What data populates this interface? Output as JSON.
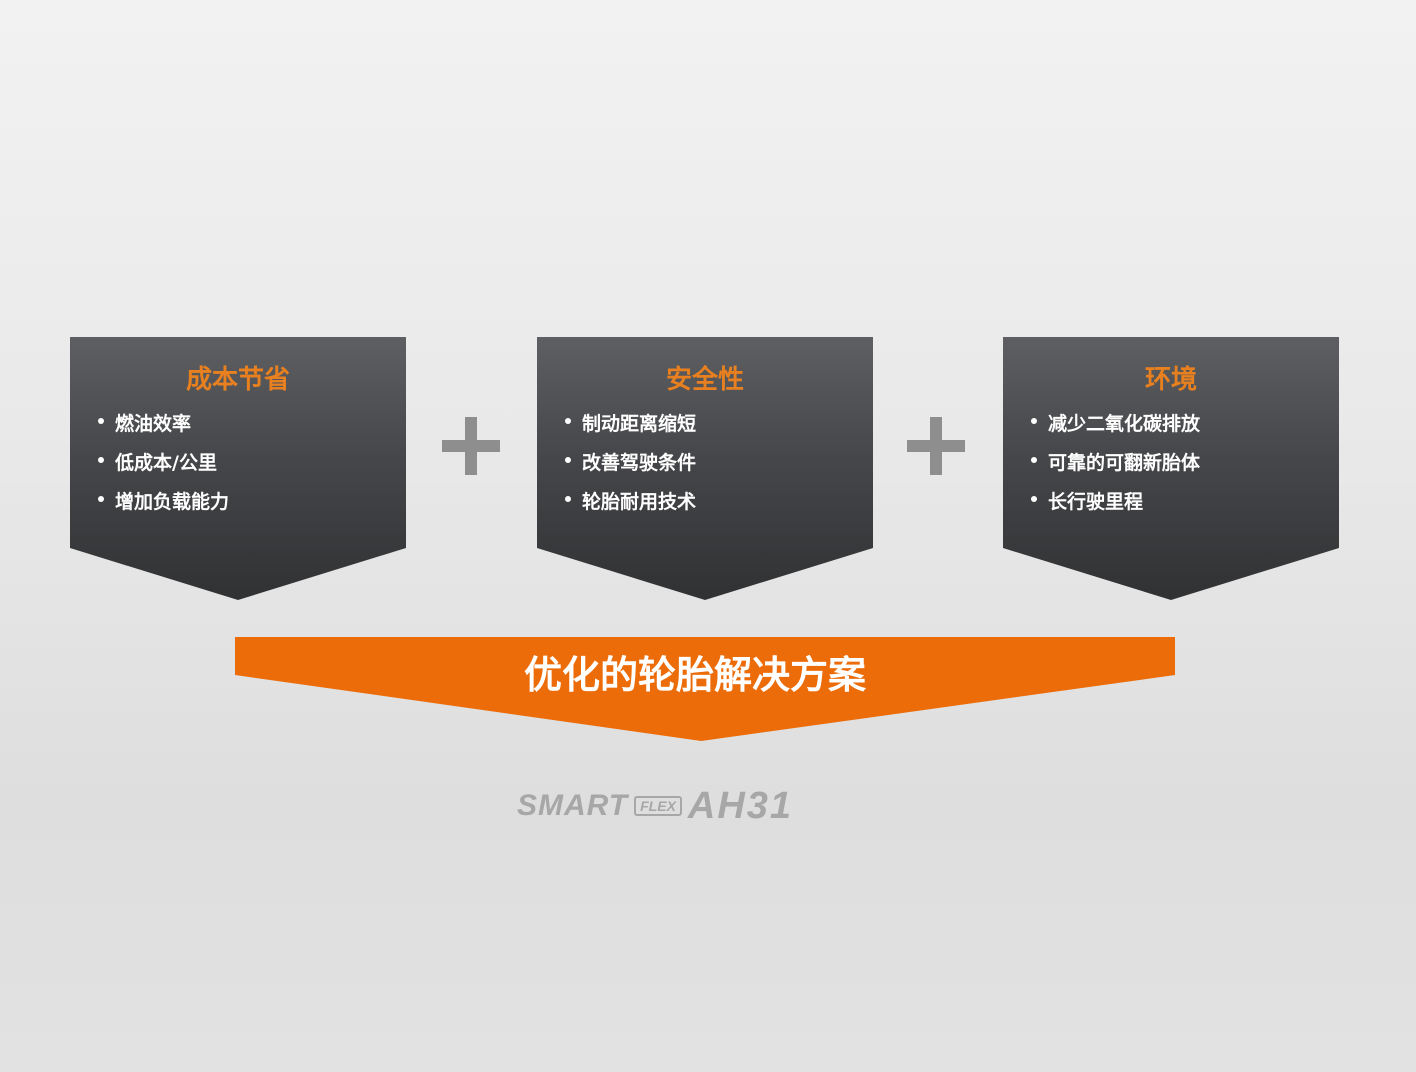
{
  "cards": [
    {
      "title": "成本节省",
      "items": [
        "燃油效率",
        "低成本/公里",
        "增加负载能力"
      ]
    },
    {
      "title": "安全性",
      "items": [
        "制动距离缩短",
        "改善驾驶条件",
        "轮胎耐用技术"
      ]
    },
    {
      "title": "环境",
      "items": [
        "减少二氧化碳排放",
        "可靠的可翻新胎体",
        "长行驶里程"
      ]
    }
  ],
  "banner": {
    "text": "优化的轮胎解决方案"
  },
  "logo": {
    "smart": "SMART",
    "flex": "FLEX",
    "model": "AH31"
  },
  "colors": {
    "accent": "#ec6c09",
    "title": "#e8801f",
    "card": "#46474a"
  }
}
